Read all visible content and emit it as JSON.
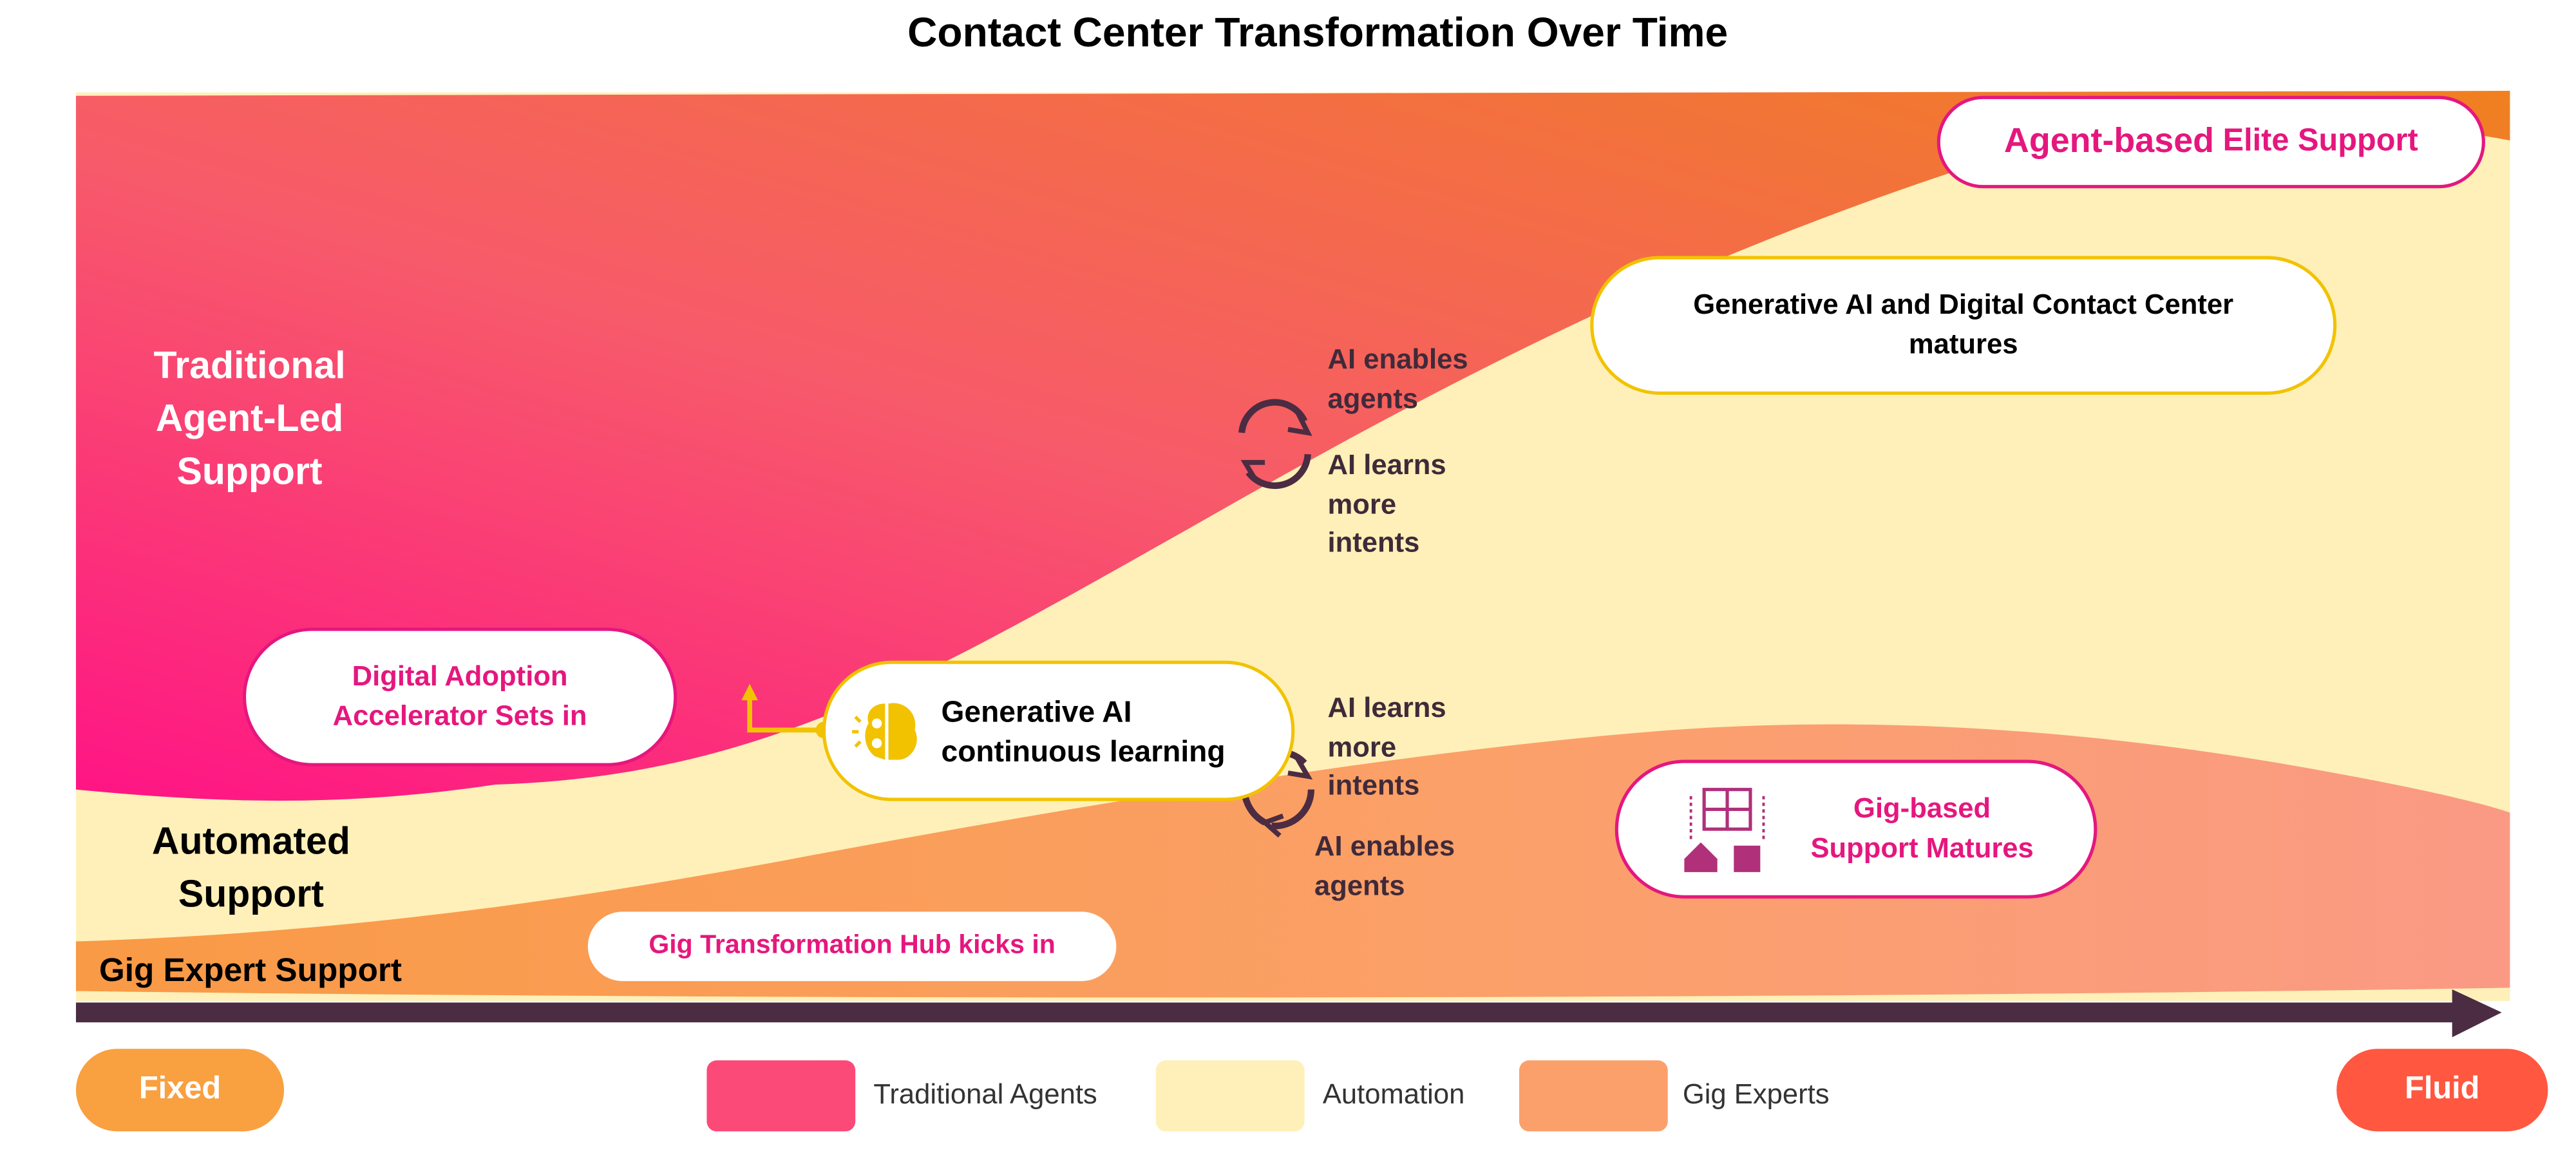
{
  "title": "Contact Center Transformation Over Time",
  "regions": {
    "traditional": [
      "Traditional",
      "Agent-Led",
      "Support"
    ],
    "automated": [
      "Automated",
      "Support"
    ],
    "gig": "Gig Expert Support"
  },
  "callouts": {
    "elite": {
      "strong": "Agent-based",
      "rest": " Elite Support"
    },
    "genai_matures": [
      "Generative AI and Digital Contact Center",
      "matures"
    ],
    "digital_adoption": [
      "Digital Adoption",
      "Accelerator Sets in"
    ],
    "genai_learning": [
      "Generative AI",
      "continuous learning"
    ],
    "gig_matures": [
      "Gig-based",
      "Support Matures"
    ],
    "gig_hub": "Gig Transformation Hub kicks in"
  },
  "cycles": {
    "upper": {
      "top": [
        "AI enables",
        "agents"
      ],
      "bottom": [
        "AI learns",
        "more",
        "intents"
      ]
    },
    "lower": {
      "top": [
        "AI learns",
        "more",
        "intents"
      ],
      "bottom": [
        "AI enables",
        "agents"
      ]
    }
  },
  "axis": {
    "start": "Fixed",
    "end": "Fluid"
  },
  "legend": [
    {
      "label": "Traditional Agents",
      "color": "#FB4A78"
    },
    {
      "label": "Automation",
      "color": "#FEF0B8"
    },
    {
      "label": "Gig Experts",
      "color": "#FBA06A"
    }
  ],
  "colors": {
    "accent_pink": "#E5177E",
    "accent_yellow": "#F2C200",
    "arrow": "#4B2C42",
    "fixed": "#F9A040",
    "fluid": "#FF5740"
  }
}
